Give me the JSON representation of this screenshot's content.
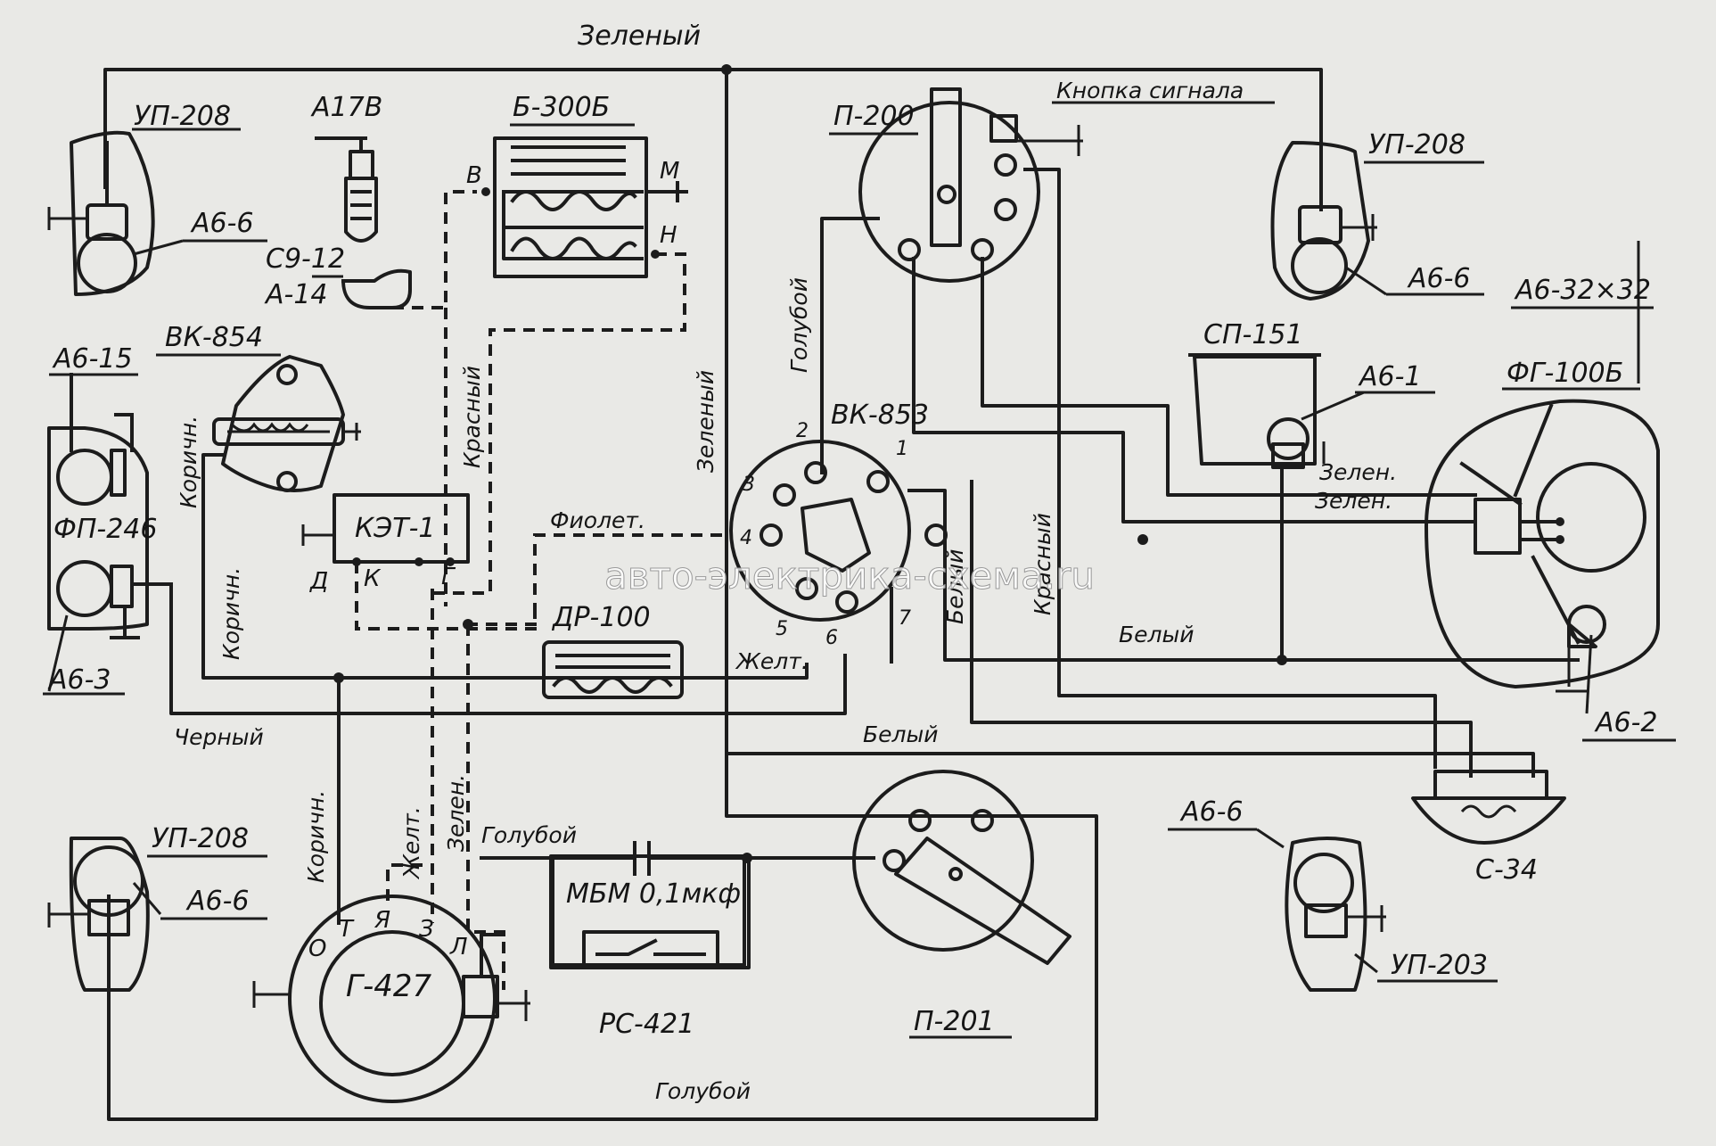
{
  "components": {
    "up208_tl": "УП-208",
    "ab6_tl": "А6-6",
    "a17v": "А17В",
    "s9_12": "С9-12",
    "a14": "А-14",
    "b300b": "Б-300Б",
    "b300b_pin_v": "В",
    "b300b_pin_m": "М",
    "b300b_pin_n": "Н",
    "p200": "П-200",
    "signal_button": "Кнопка сигнала",
    "up208_tr": "УП-208",
    "ab6_tr": "А6-6",
    "ab32x32": "А6-32×32",
    "sp151": "СП-151",
    "ab1": "А6-1",
    "fg100b": "ФГ-100Б",
    "ab15": "А6-15",
    "vk854": "ВК-854",
    "fp246": "ФП-246",
    "ab3": "А6-3",
    "ket1": "КЭТ-1",
    "ket1_pin_d": "Д",
    "ket1_pin_k": "К",
    "ket1_pin_g": "Г",
    "vk853": "ВК-853",
    "vk853_pins": [
      "1",
      "2",
      "3",
      "4",
      "5",
      "6",
      "7"
    ],
    "dr100": "ДР-100",
    "ab2": "А6-2",
    "s34": "С-34",
    "up208_bl": "УП-208",
    "ab6_bl": "А6-6",
    "g427": "Г-427",
    "g427_pins": [
      "О",
      "Т",
      "Я",
      "З",
      "Л"
    ],
    "mbm": "МБМ 0,1мкф",
    "rs421": "РС-421",
    "p201": "П-201",
    "ab6_br": "А6-6",
    "up203_br": "УП-203"
  },
  "wires": {
    "green_top": "Зеленый",
    "green_vertical": "Зеленый",
    "blue_vertical": "Голубой",
    "red_left": "Красный",
    "red_right": "Красный",
    "violet": "Фиолет.",
    "brown_1": "Коричн.",
    "brown_2": "Коричн.",
    "brown_3": "Коричн.",
    "black": "Черный",
    "white_mid": "Белый",
    "white_right": "Белый",
    "white_vertical": "Белый",
    "yellow_1": "Желт.",
    "yellow_2": "Желт.",
    "green_lower": "Зелен.",
    "green_r1": "Зелен.",
    "green_r2": "Зелен.",
    "blue_mid": "Голубой",
    "blue_bottom": "Голубой"
  },
  "watermark": "авто-электрика-схема.ru"
}
